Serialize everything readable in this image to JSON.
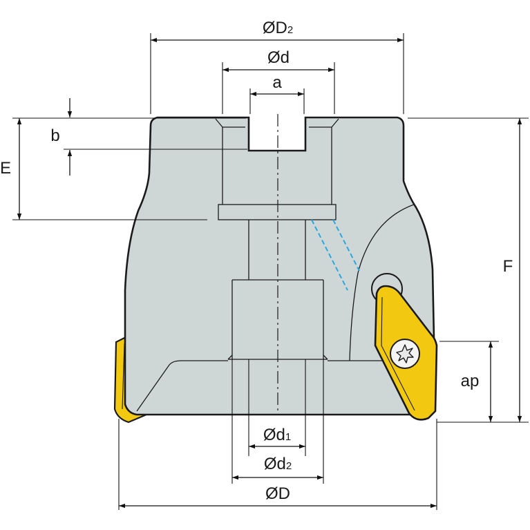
{
  "labels": {
    "D2": {
      "sym": "Ø",
      "main": "D",
      "sub": "2"
    },
    "d": {
      "sym": "Ø",
      "main": "d",
      "sub": ""
    },
    "a": {
      "sym": "",
      "main": "a",
      "sub": ""
    },
    "b": {
      "sym": "",
      "main": "b",
      "sub": ""
    },
    "E": {
      "sym": "",
      "main": "E",
      "sub": ""
    },
    "F": {
      "sym": "",
      "main": "F",
      "sub": ""
    },
    "ap": {
      "sym": "",
      "main": "ap",
      "sub": ""
    },
    "d1": {
      "sym": "Ø",
      "main": "d",
      "sub": "1"
    },
    "d2": {
      "sym": "Ø",
      "main": "d",
      "sub": "2"
    },
    "D": {
      "sym": "Ø",
      "main": "D",
      "sub": ""
    }
  },
  "colors": {
    "body": "#cfd6d6",
    "insert": "#f2c811",
    "coolant": "#2aa8e0",
    "outline": "#1a1a1a"
  },
  "icons": {
    "insert_screw": "torx-screw-icon"
  }
}
